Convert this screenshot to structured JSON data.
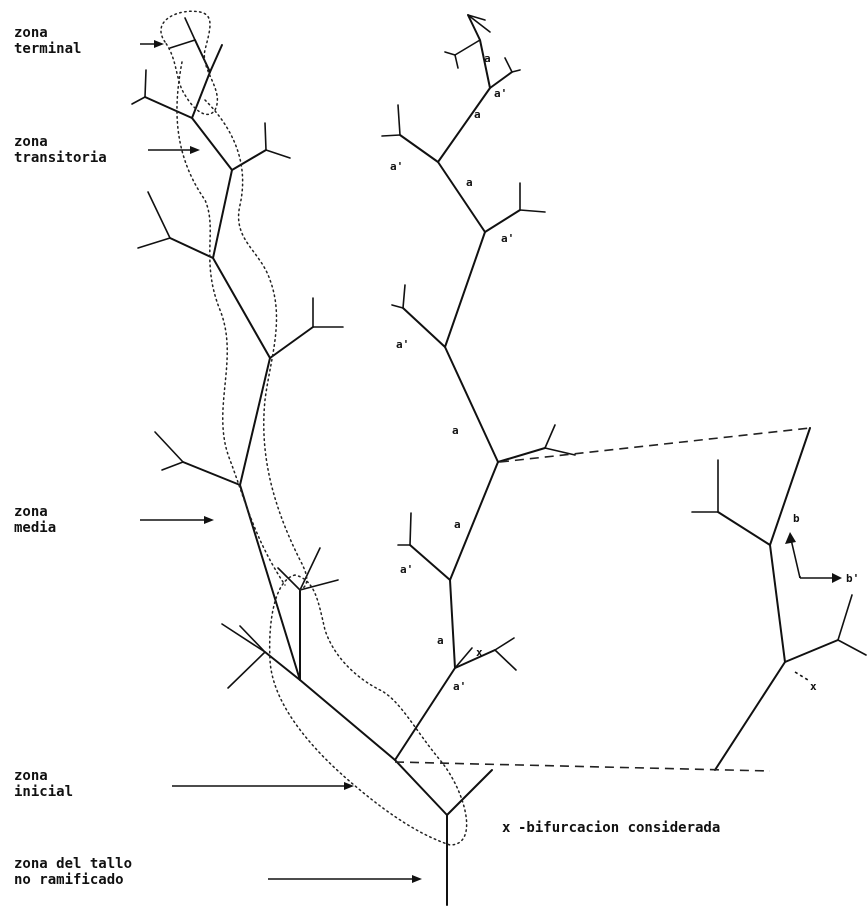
{
  "zones": {
    "terminal": [
      "zona",
      "terminal"
    ],
    "transitoria": [
      "zona",
      "transitoria"
    ],
    "media": [
      "zona",
      "media"
    ],
    "inicial": [
      "zona",
      "inicial"
    ],
    "tallo": [
      "zona del tallo",
      "no ramificado"
    ]
  },
  "segment_labels": {
    "a": "a",
    "a_prime": "a'",
    "b": "b",
    "b_prime": "b'"
  },
  "marker": "x",
  "legend": {
    "symbol": "x",
    "text": "-bifurcacion considerada"
  }
}
